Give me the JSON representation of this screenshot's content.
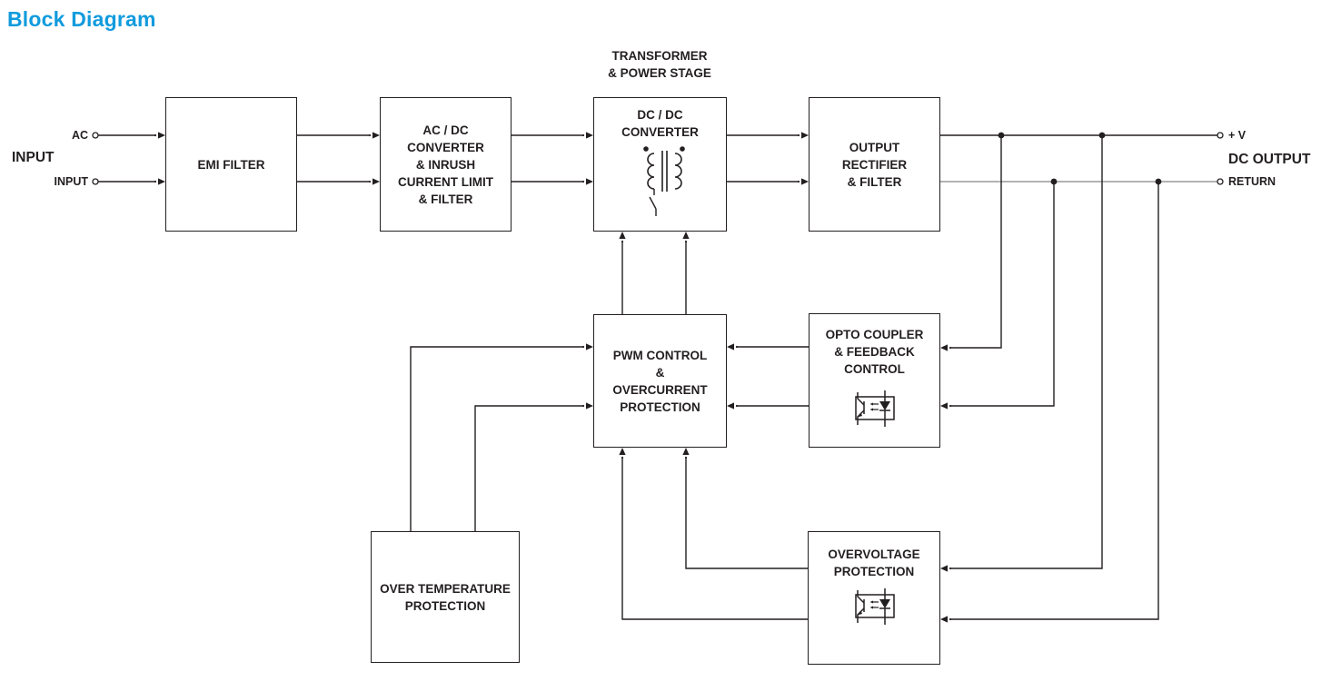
{
  "page": {
    "title": "Block Diagram"
  },
  "input": {
    "heading": "INPUT",
    "ports": [
      "AC",
      "INPUT"
    ]
  },
  "output": {
    "heading": "DC OUTPUT",
    "ports": [
      "+ V",
      "RETURN"
    ]
  },
  "stage_label": "TRANSFORMER\n& POWER STAGE",
  "blocks": {
    "emi": {
      "label": "EMI FILTER"
    },
    "acdc": {
      "label": "AC / DC\nCONVERTER\n& INRUSH\nCURRENT LIMIT\n& FILTER"
    },
    "dcdc": {
      "label": "DC / DC\nCONVERTER",
      "icon": "transformer-icon"
    },
    "output_rectifier": {
      "label": "OUTPUT\nRECTIFIER\n& FILTER"
    },
    "pwm": {
      "label": "PWM CONTROL\n&\nOVERCURRENT\nPROTECTION"
    },
    "opto": {
      "label": "OPTO COUPLER\n& FEEDBACK\nCONTROL",
      "icon": "optocoupler-icon"
    },
    "overtemp": {
      "label": "OVER TEMPERATURE\nPROTECTION"
    },
    "ovp": {
      "label": "OVERVOLTAGE\nPROTECTION",
      "icon": "optocoupler-icon"
    }
  },
  "colors": {
    "title_blue": "#119BDD",
    "line": "#231f20",
    "gray_line": "#9a9a9a",
    "text": "#231f20"
  }
}
